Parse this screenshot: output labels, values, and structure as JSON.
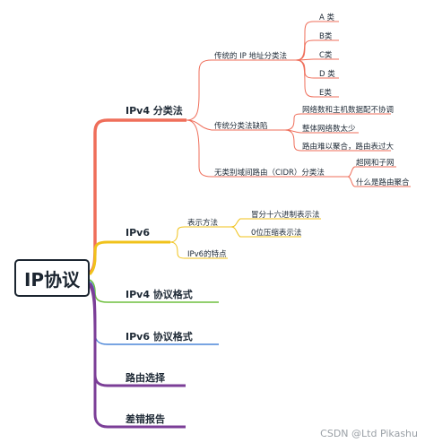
{
  "root": "IP协议",
  "branches": [
    {
      "label": "IPv4 分类法",
      "children": [
        {
          "label": "传统的 IP 地址分类法",
          "children": [
            "A 类",
            "B类",
            "C类",
            "D 类",
            "E类"
          ]
        },
        {
          "label": "传统分类法缺陷",
          "children": [
            "网络数和主机数据配不协调",
            "整体网络数太少",
            "路由难以聚合，路由表过大"
          ]
        },
        {
          "label": "无类别域间路由（CIDR）分类法",
          "children": [
            "超网和子网",
            "什么是路由聚合"
          ]
        }
      ]
    },
    {
      "label": "IPv6",
      "children": [
        {
          "label": "表示方法",
          "children": [
            "冒分十六进制表示法",
            "0位压缩表示法"
          ]
        },
        {
          "label": "IPv6的特点",
          "children": []
        }
      ]
    },
    {
      "label": "IPv4 协议格式",
      "children": []
    },
    {
      "label": "IPv6 协议格式",
      "children": []
    },
    {
      "label": "路由选择",
      "children": []
    },
    {
      "label": "差错报告",
      "children": []
    }
  ],
  "watermark": "CSDN @Ltd Pikashu",
  "colors": {
    "ipv4": "#ef6e5a",
    "ipv6": "#f0c21a",
    "ipv4_format": "#6fbf3e",
    "ipv6_format": "#4b86d8",
    "routing": "#7b3e97",
    "error": "#7b3e97",
    "root_border": "#1b2530"
  }
}
